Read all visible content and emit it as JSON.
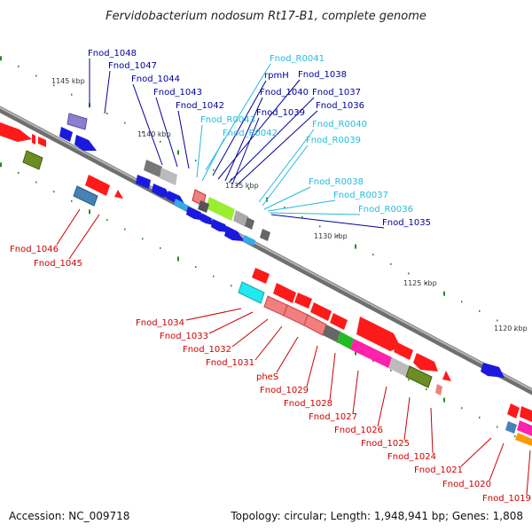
{
  "title": "Fervidobacterium nodosum Rt17-B1, complete genome",
  "footer": {
    "accession": "Accession: NC_009718",
    "summary": "Topology: circular; Length: 1,948,941 bp; Genes: 1,808"
  },
  "colors": {
    "backbone": "#8a8a8a",
    "tick": "#2a8a2a",
    "forward_label": "#000099",
    "forward_label_light": "#22bbdd",
    "reverse_label": "#cc0000"
  },
  "kbp_ticks": [
    "1145 kbp",
    "1140 kbp",
    "1135 kbp",
    "1130 kbp",
    "1125 kbp",
    "1120 kbp"
  ],
  "forward_labels": [
    "Fnod_1048",
    "Fnod_1047",
    "Fnod_1044",
    "Fnod_1043",
    "Fnod_1042",
    "Fnod_R0041",
    "rpmH",
    "Fnod_1038",
    "Fnod_1040",
    "Fnod_1037",
    "Fnod_1039",
    "Fnod_1036",
    "Fnod_R0043",
    "Fnod_R0042",
    "Fnod_R0040",
    "Fnod_R0039",
    "Fnod_R0038",
    "Fnod_R0037",
    "Fnod_R0036",
    "Fnod_1035"
  ],
  "reverse_labels": [
    "Fnod_1046",
    "Fnod_1045",
    "Fnod_1034",
    "Fnod_1033",
    "Fnod_1032",
    "Fnod_1031",
    "pheS",
    "Fnod_1029",
    "Fnod_1028",
    "Fnod_1027",
    "Fnod_1026",
    "Fnod_1025",
    "Fnod_1024",
    "Fnod_1021",
    "Fnod_1020",
    "Fnod_1019"
  ]
}
